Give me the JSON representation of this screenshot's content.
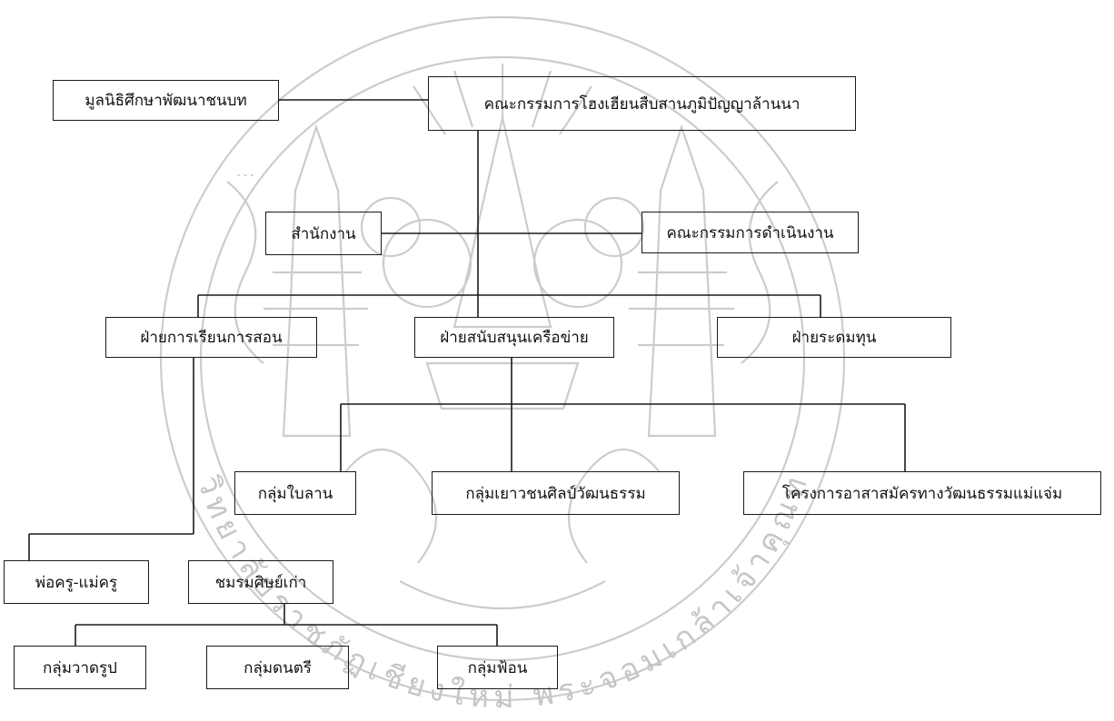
{
  "nodes": {
    "foundation": "มูลนิธิศึกษาพัฒนาชนบท",
    "committee": "คณะกรรมการโฮงเฮียนสืบสานภูมิปัญญาล้านนา",
    "office": "สำนักงาน",
    "operating_committee": "คณะกรรมการดำเนินงาน",
    "teaching_dept": "ฝ่ายการเรียนการสอน",
    "network_dept": "ฝ่ายสนับสนุนเครือข่าย",
    "fundraising_dept": "ฝ่ายระดมทุน",
    "palm_leaf_group": "กลุ่มใบลาน",
    "youth_arts_group": "กลุ่มเยาวชนศิลป์วัฒนธรรม",
    "volunteer_project": "โครงการอาสาสมัครทางวัฒนธรรมแม่แจ่ม",
    "teachers": "พ่อครู-แม่ครู",
    "alumni_club": "ชมรมศิษย์เก่า",
    "drawing_group": "กลุ่มวาดรูป",
    "music_group": "กลุ่มดนตรี",
    "dance_group": "กลุ่มฟ้อน"
  },
  "watermark": {
    "text": "มหาวิทยาลัยราชภัฏเชียงใหม่ พระจอมเกล้าเจ้าคุณทหาร",
    "color": "#bdbdbd"
  }
}
